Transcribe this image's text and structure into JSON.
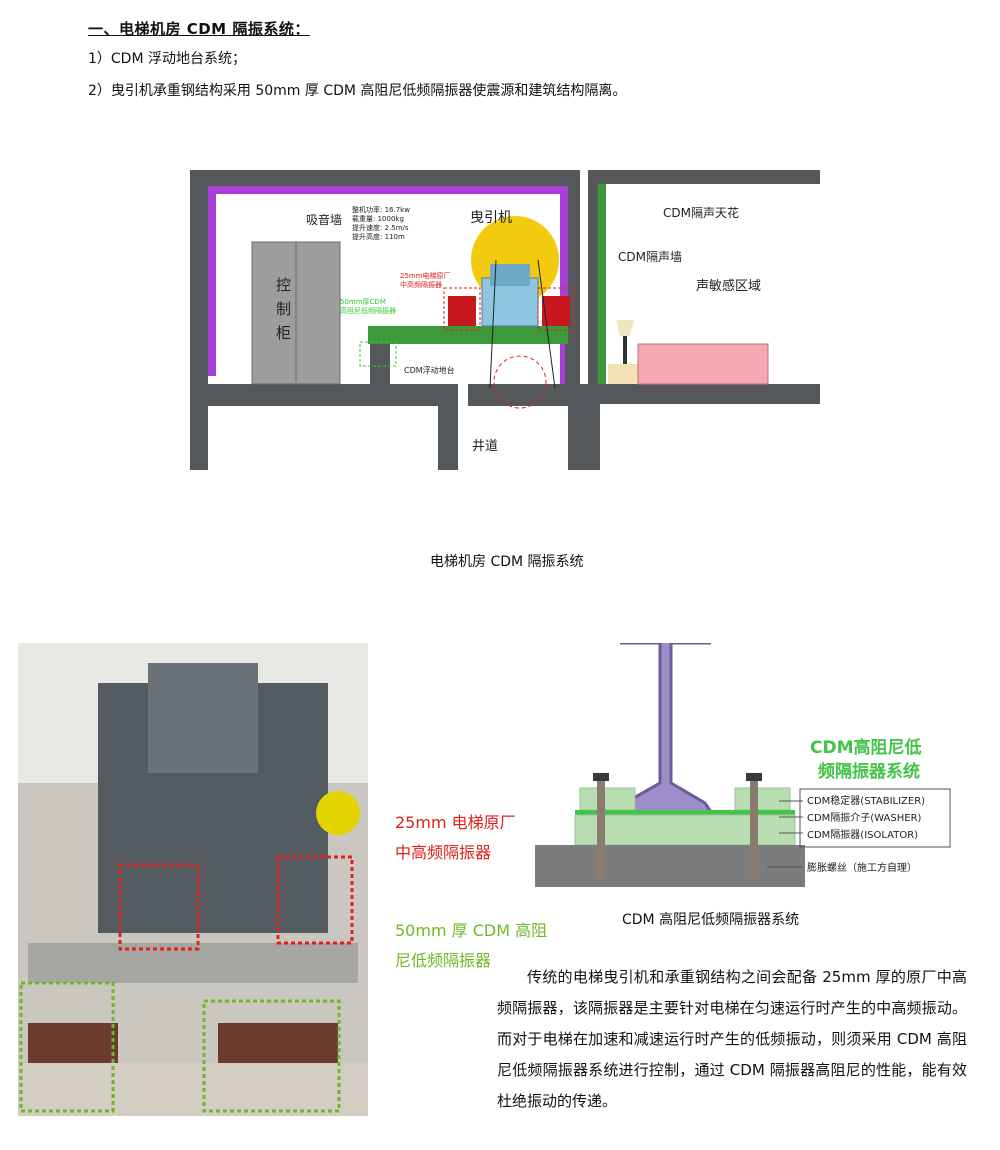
{
  "heading": "一、电梯机房 CDM 隔振系统：",
  "items": [
    "1）CDM 浮动地台系统；",
    "2）曳引机承重钢结构采用 50mm 厚 CDM 高阻尼低频隔振器使震源和建筑结构隔离。"
  ],
  "diagram1": {
    "caption": "电梯机房 CDM 隔振系统",
    "labels": {
      "sound_wall": "吸音墙",
      "traction": "曳引机",
      "specs": [
        "整机功率: 16.7kw",
        "载重量:    1000kg",
        "提升速度: 2.5m/s",
        "提升高度: 110m"
      ],
      "cabinet": [
        "控",
        "制",
        "柜"
      ],
      "iso25": [
        "25mm电梯原厂",
        "中高频隔振器"
      ],
      "iso50": [
        "50mm厚CDM",
        "高阻尼低频隔振器"
      ],
      "floating_floor": "CDM浮动地台",
      "shaft": "井道",
      "ceiling": "CDM隔声天花",
      "partition": "CDM隔声墙",
      "sensitive": "声敏感区域"
    }
  },
  "diagram2": {
    "caption": "CDM 高阻尼低频隔振器系统",
    "title": [
      "CDM高阻尼低",
      "频隔振器系统"
    ],
    "parts": [
      "CDM稳定器(STABILIZER)",
      "CDM隔振介子(WASHER)",
      "CDM隔振器(ISOLATOR)",
      "膨胀螺丝（施工方自理）"
    ]
  },
  "photo_labels": {
    "red": [
      "25mm 电梯原厂",
      "中高频隔振器"
    ],
    "green": [
      "50mm 厚 CDM 高阻",
      "尼低频隔振器"
    ]
  },
  "paragraph": "传统的电梯曳引机和承重钢结构之间会配备 25mm 厚的原厂中高频隔振器，该隔振器是主要针对电梯在匀速运行时产生的中高频振动。而对于电梯在加速和减速运行时产生的低频振动，则须采用 CDM 高阻尼低频隔振器系统进行控制，通过 CDM 隔振器高阻尼的性能，能有效杜绝振动的传递。",
  "colors": {
    "accent_red": "#e0201c",
    "accent_green": "#6fb826",
    "wall_purple": "#a83fd6",
    "concrete": "#54585b"
  }
}
